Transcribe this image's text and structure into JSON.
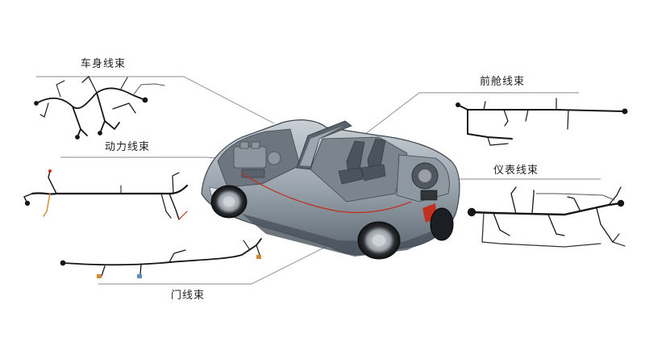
{
  "labels": {
    "body_harness": "车身线束",
    "powertrain_harness": "动力线束",
    "front_compartment_harness": "前舱线束",
    "instrument_harness": "仪表线束",
    "door_harness": "门线束"
  },
  "colors": {
    "wire": "#151515",
    "leader_line": "#8a8a8a",
    "car_body": "#9aa4ad",
    "car_dark": "#3e4650",
    "accent_red": "#c0301e",
    "accent_orange": "#d08a30"
  }
}
